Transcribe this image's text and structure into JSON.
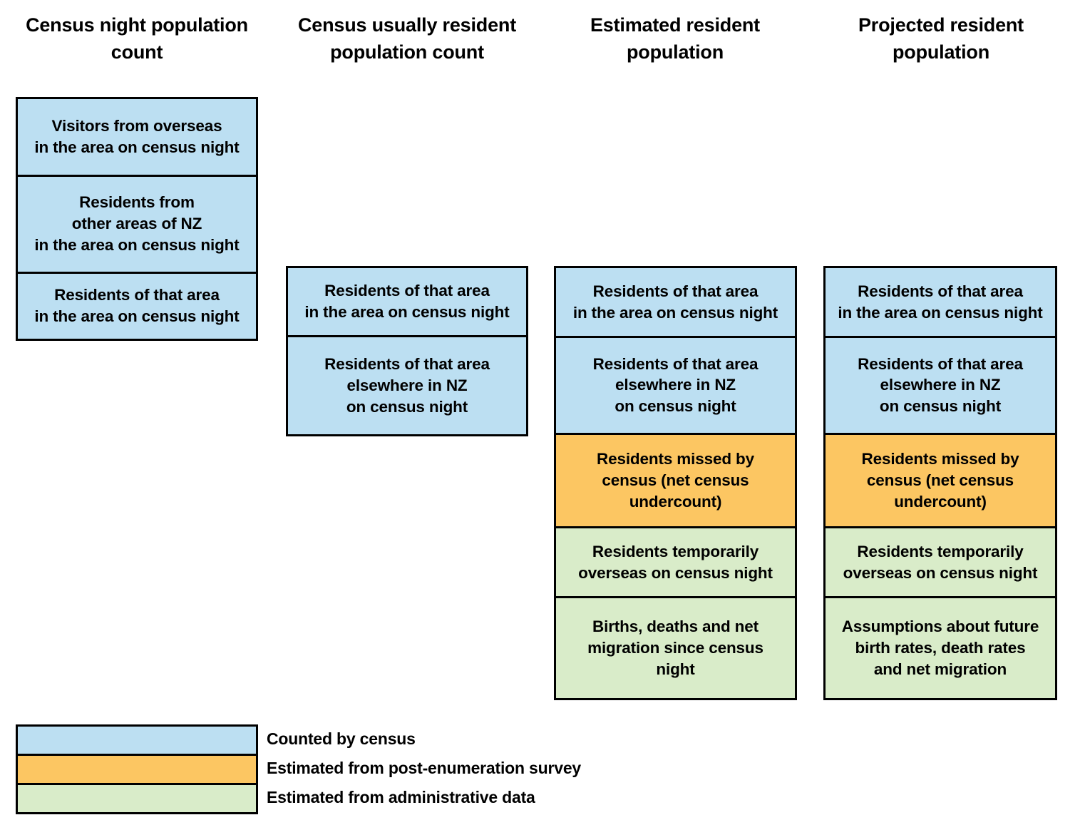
{
  "columns": [
    {
      "header": "Census night\npopulation count",
      "boxes": [
        {
          "text": "Visitors from overseas\nin the area on census night",
          "category": "census"
        },
        {
          "text": "Residents from\nother areas of NZ\nin the area on census night",
          "category": "census"
        },
        {
          "text": "Residents of that area\nin the area on census night",
          "category": "census"
        }
      ]
    },
    {
      "header": "Census usually resident\npopulation count",
      "boxes": [
        {
          "text": "Residents of that area\nin the area on census night",
          "category": "census"
        },
        {
          "text": "Residents of that area\nelsewhere in NZ\non census night",
          "category": "census"
        }
      ]
    },
    {
      "header": "Estimated resident\npopulation",
      "boxes": [
        {
          "text": "Residents of that area\nin the area on census night",
          "category": "census"
        },
        {
          "text": "Residents of that area\nelsewhere in NZ\non census night",
          "category": "census"
        },
        {
          "text": "Residents missed by\ncensus (net census\nundercount)",
          "category": "pes"
        },
        {
          "text": "Residents temporarily\noverseas on census night",
          "category": "admin"
        },
        {
          "text": "Births, deaths and net\nmigration since census\nnight",
          "category": "admin"
        }
      ]
    },
    {
      "header": "Projected resident\npopulation",
      "boxes": [
        {
          "text": "Residents of that area\nin the area on census night",
          "category": "census"
        },
        {
          "text": "Residents of that area\nelsewhere in NZ\non census night",
          "category": "census"
        },
        {
          "text": "Residents missed by\ncensus (net census\nundercount)",
          "category": "pes"
        },
        {
          "text": "Residents temporarily\noverseas on census night",
          "category": "admin"
        },
        {
          "text": "Assumptions about future\nbirth rates, death rates\nand net migration",
          "category": "admin"
        }
      ]
    }
  ],
  "legend": {
    "items": [
      {
        "label": "Counted by census",
        "category": "census",
        "color": "#bcdff2"
      },
      {
        "label": "Estimated from post-enumeration survey",
        "category": "pes",
        "color": "#fcc662"
      },
      {
        "label": "Estimated from administrative data",
        "category": "admin",
        "color": "#d9ecc9"
      }
    ]
  }
}
